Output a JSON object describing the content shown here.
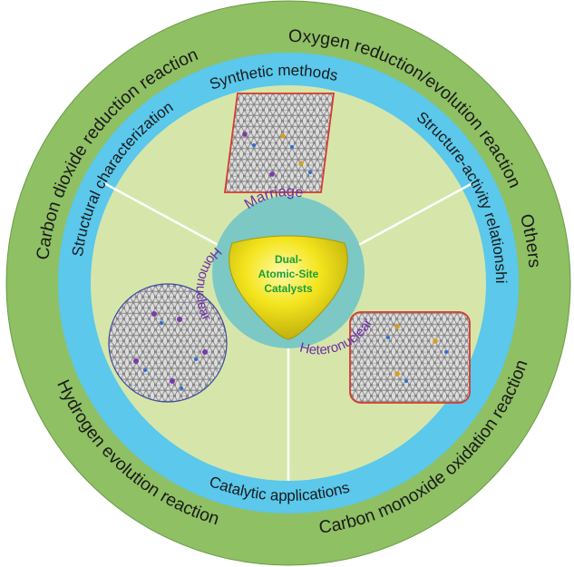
{
  "colors": {
    "outer_ring": "#8fc064",
    "blue_ring": "#5bc8ec",
    "inner_disc": "#d6e6ab",
    "core_ring": "#7cc8c4",
    "core_fill": "#f0e020",
    "core_text": "#6b2fa3",
    "center_text": "#1b9e3a"
  },
  "outer_ring": {
    "oxygen": "Oxygen reduction/evolution reaction",
    "others": "Others",
    "co_oxidation": "Carbon monoxide oxidation reaction",
    "hydrogen": "Hydrogen evolution reaction",
    "co2_reduction": "Carbon dioxide reduction reaction"
  },
  "blue_ring": {
    "synthetic": "Synthetic methods",
    "structure_activity": "Structure-activity relationship",
    "catalytic": "Catalytic applications",
    "characterization": "Structural characterization"
  },
  "core": {
    "marriage": "Marriage",
    "homonuclear": "Homonuclear",
    "heteronuclear": "Heteronuclear",
    "center_line1": "Dual-",
    "center_line2": "Atomic-Site",
    "center_line3": "Catalysts"
  },
  "insets": [
    {
      "name": "rhombus-lattice",
      "shape": "parallelogram"
    },
    {
      "name": "circle-lattice",
      "shape": "circle"
    },
    {
      "name": "square-lattice",
      "shape": "rounded-square"
    }
  ]
}
